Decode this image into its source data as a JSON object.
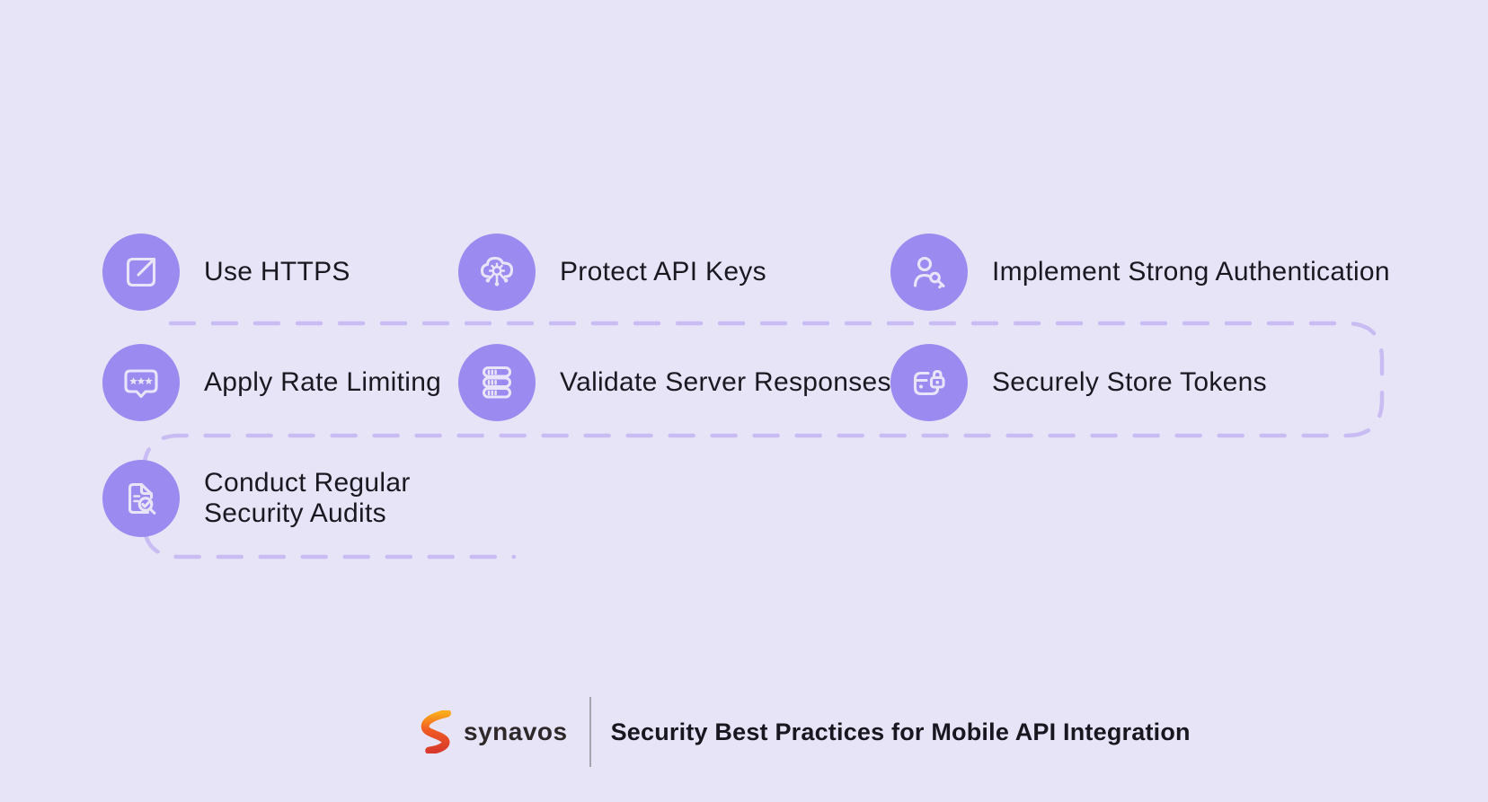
{
  "colors": {
    "background": "#E8E4F7",
    "circle": "#9B8AF0",
    "icon_stroke": "#EAE4FB",
    "dash": "#C8BCF3",
    "text": "#1A1922",
    "logo_orange": "#F7941E",
    "logo_red": "#E2392C",
    "logo_yellow": "#FBAA1A"
  },
  "items": [
    {
      "label": "Use HTTPS",
      "icon": "external-link-icon"
    },
    {
      "label": "Protect API Keys",
      "icon": "api-cloud-gear-icon"
    },
    {
      "label": "Implement Strong Authentication",
      "icon": "user-key-icon"
    },
    {
      "label": "Apply Rate Limiting",
      "icon": "rating-bubble-stars-icon"
    },
    {
      "label": "Validate Server Responses",
      "icon": "server-stack-icon"
    },
    {
      "label": "Securely Store Tokens",
      "icon": "wallet-lock-icon"
    },
    {
      "label": "Conduct Regular Security Audits",
      "icon": "audit-document-check-icon"
    }
  ],
  "footer": {
    "brand": "synavos",
    "title": "Security Best Practices for Mobile API Integration"
  }
}
